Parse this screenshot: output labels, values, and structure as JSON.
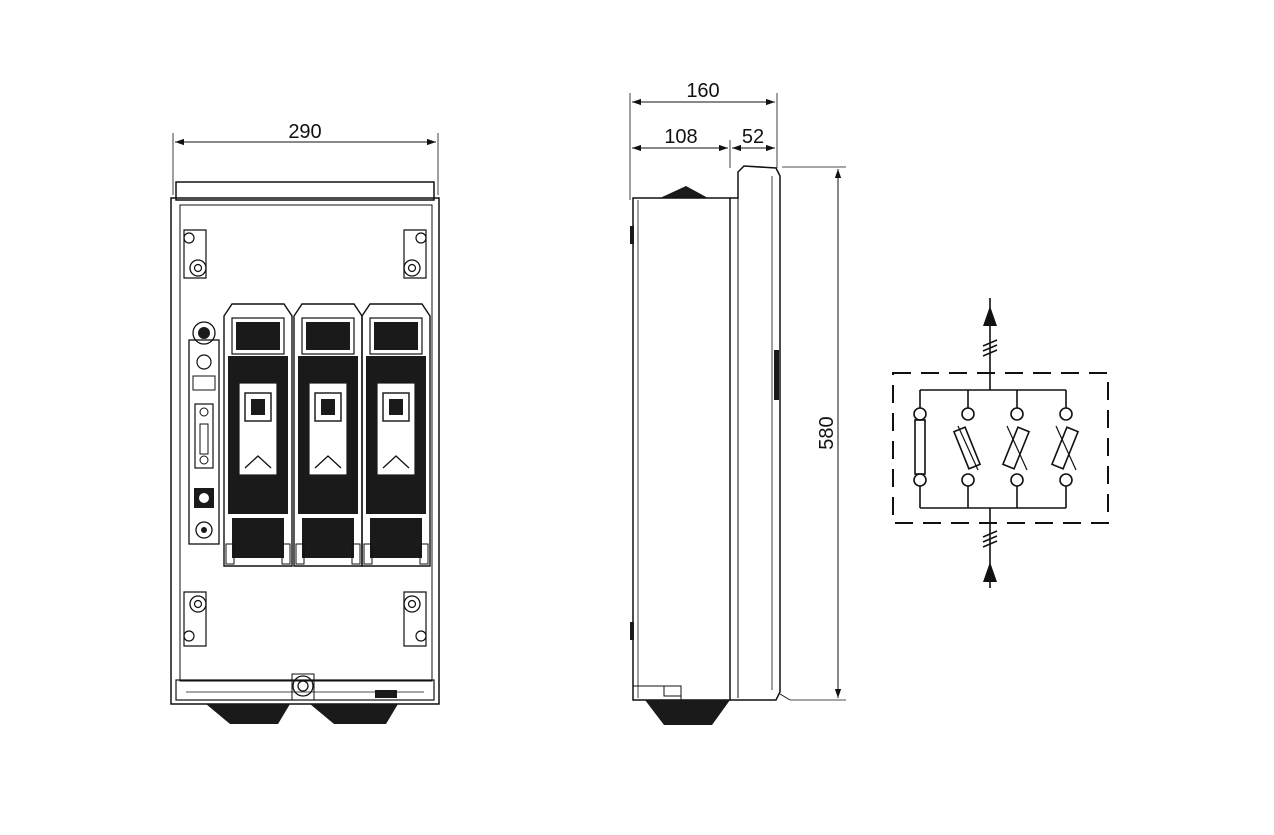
{
  "dimensions": {
    "front_width": "290",
    "side_total_depth": "160",
    "side_body_depth": "108",
    "side_lid_depth": "52",
    "height": "580"
  },
  "colors": {
    "line": "#111111",
    "fill_dark": "#1a1a1a",
    "background": "#ffffff"
  }
}
